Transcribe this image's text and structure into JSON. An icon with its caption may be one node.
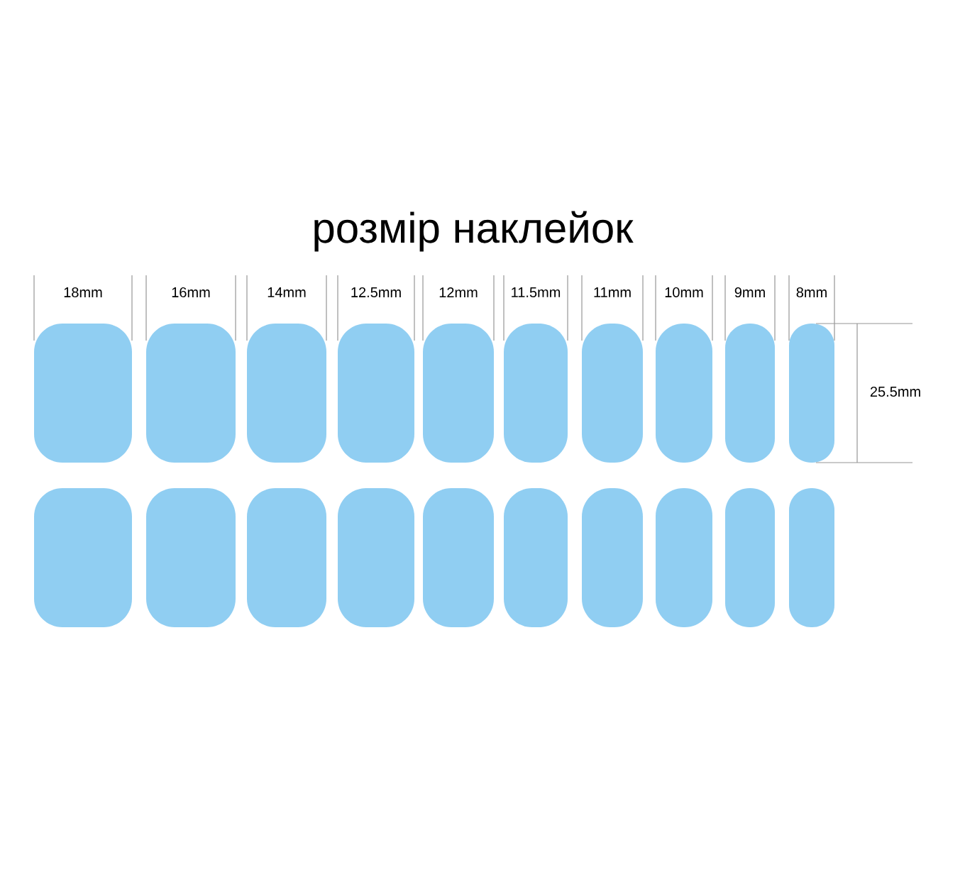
{
  "diagram": {
    "title": "розмір наклейок",
    "labels": [
      "18mm",
      "16mm",
      "14mm",
      "12.5mm",
      "12mm",
      "11.5mm",
      "11mm",
      "10mm",
      "9mm",
      "8mm",
      "25.5mm"
    ]
  }
}
